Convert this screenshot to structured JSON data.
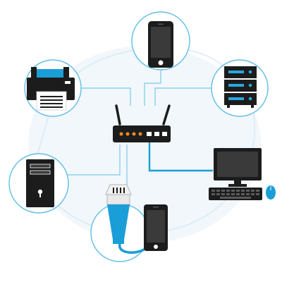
{
  "diagram": {
    "kind": "network-topology",
    "hub": {
      "icon": "router-icon"
    },
    "devices": [
      {
        "id": "smartphone",
        "icon": "smartphone-icon",
        "link": "line"
      },
      {
        "id": "printer",
        "icon": "printer-icon",
        "link": "line"
      },
      {
        "id": "server",
        "icon": "server-icon",
        "link": "line"
      },
      {
        "id": "desktop-tower",
        "icon": "desktop-tower-icon",
        "link": "line"
      },
      {
        "id": "monitor-workstation",
        "icon": "monitor-icon",
        "link": "cable"
      },
      {
        "id": "ethernet-phone",
        "icon": "ethernet-cable-icon",
        "link": "line"
      }
    ]
  },
  "colors": {
    "accent": "#1a9ed8",
    "outline": "#6ec3e6",
    "background_blob": "#eef6fb",
    "device_dark": "#1c1c1c",
    "screen_grey": "#3a3a3a",
    "router_led": "#f08a24"
  }
}
